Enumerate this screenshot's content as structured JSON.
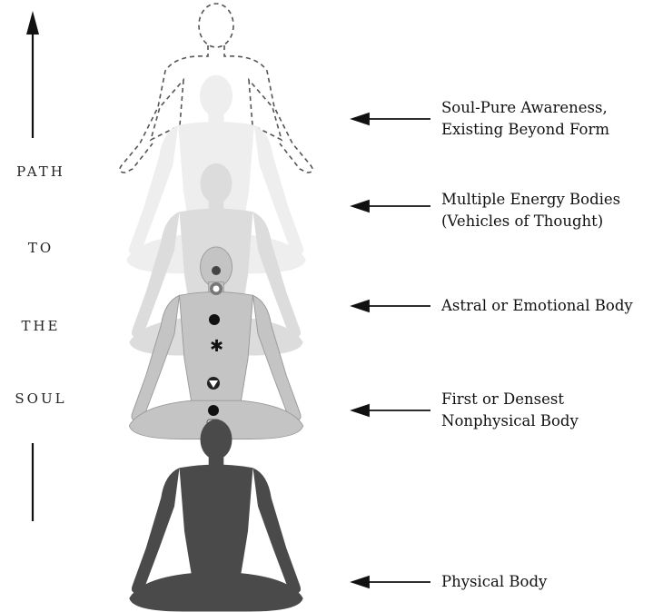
{
  "path_words": [
    "PATH",
    "TO",
    "THE",
    "SOUL"
  ],
  "levels": [
    {
      "id": "soul",
      "lines": [
        "Soul-Pure Awareness,",
        "Existing Beyond Form"
      ]
    },
    {
      "id": "energy",
      "lines": [
        "Multiple Energy Bodies",
        "(Vehicles of Thought)"
      ]
    },
    {
      "id": "astral",
      "lines": [
        "Astral or Emotional Body"
      ]
    },
    {
      "id": "first",
      "lines": [
        "First or Densest",
        "Nonphysical Body"
      ]
    },
    {
      "id": "physical",
      "lines": [
        "Physical Body"
      ]
    }
  ],
  "colors": {
    "ink": "#111111",
    "outline": "#555555",
    "figure_faint": "#eeeeee",
    "figure_light": "#dcdcdc",
    "figure_mid": "#c4c4c4",
    "figure_dark": "#4a4a4a"
  }
}
